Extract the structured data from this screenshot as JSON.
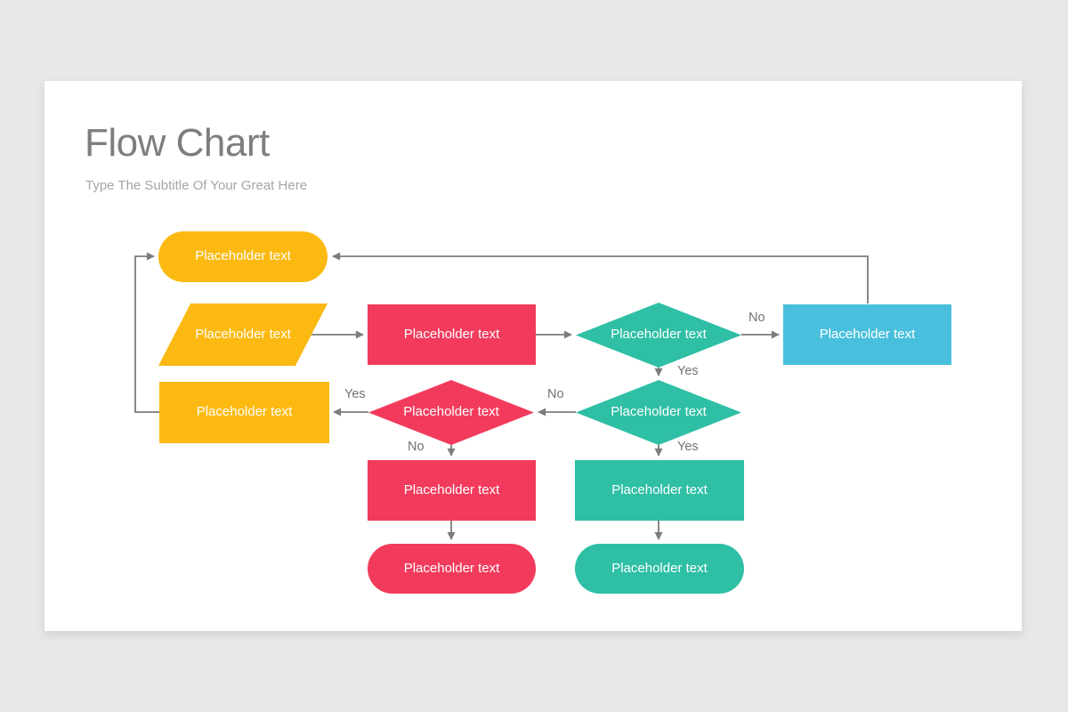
{
  "page": {
    "background_color": "#E8E7E7",
    "card_background_color": "#FFFFFF"
  },
  "header": {
    "title": "Flow Chart",
    "subtitle": "Type The Subtitle Of Your Great Here"
  },
  "colors": {
    "yellow": "#FBB911",
    "pink": "#F23B5C",
    "teal": "#2EBFA5",
    "cyan": "#48C0DD",
    "connector_gray": "#7C7C7C",
    "title_gray": "#7E7E7E",
    "subtitle_gray": "#A6A6A6",
    "edge_label_gray": "#737373"
  },
  "flowchart": {
    "nodes": [
      {
        "id": "terminator-start",
        "shape": "stadium",
        "color": "#FBB911",
        "label": "Placeholder text"
      },
      {
        "id": "input-data",
        "shape": "parallelogram",
        "color": "#FBB911",
        "label": "Placeholder text"
      },
      {
        "id": "process-pink-1",
        "shape": "rect",
        "color": "#F23B5C",
        "label": "Placeholder text"
      },
      {
        "id": "decision-teal-1",
        "shape": "diamond",
        "color": "#2EBFA5",
        "label": "Placeholder text"
      },
      {
        "id": "process-cyan",
        "shape": "rect",
        "color": "#48C0DD",
        "label": "Placeholder text"
      },
      {
        "id": "process-yellow",
        "shape": "rect",
        "color": "#FBB911",
        "label": "Placeholder text"
      },
      {
        "id": "decision-pink",
        "shape": "diamond",
        "color": "#F23B5C",
        "label": "Placeholder text"
      },
      {
        "id": "decision-teal-2",
        "shape": "diamond",
        "color": "#2EBFA5",
        "label": "Placeholder text"
      },
      {
        "id": "process-pink-2",
        "shape": "rect",
        "color": "#F23B5C",
        "label": "Placeholder text"
      },
      {
        "id": "process-teal",
        "shape": "rect",
        "color": "#2EBFA5",
        "label": "Placeholder text"
      },
      {
        "id": "terminator-pink",
        "shape": "stadium",
        "color": "#F23B5C",
        "label": "Placeholder text"
      },
      {
        "id": "terminator-teal",
        "shape": "stadium",
        "color": "#2EBFA5",
        "label": "Placeholder text"
      }
    ],
    "edge_labels": [
      {
        "id": "decision-teal-1-no",
        "text": "No"
      },
      {
        "id": "decision-teal-1-yes",
        "text": "Yes"
      },
      {
        "id": "decision-pink-yes",
        "text": "Yes"
      },
      {
        "id": "decision-teal-2-no",
        "text": "No"
      },
      {
        "id": "decision-pink-no",
        "text": "No"
      },
      {
        "id": "decision-teal-2-yes",
        "text": "Yes"
      }
    ],
    "edges": [
      {
        "from": "process-cyan",
        "to": "terminator-start",
        "label": ""
      },
      {
        "from": "process-yellow",
        "to": "terminator-start",
        "label": ""
      },
      {
        "from": "input-data",
        "to": "process-pink-1",
        "label": ""
      },
      {
        "from": "process-pink-1",
        "to": "decision-teal-1",
        "label": ""
      },
      {
        "from": "decision-teal-1",
        "to": "process-cyan",
        "label": "No"
      },
      {
        "from": "decision-teal-1",
        "to": "decision-teal-2",
        "label": "Yes"
      },
      {
        "from": "decision-pink",
        "to": "process-yellow",
        "label": "Yes"
      },
      {
        "from": "decision-teal-2",
        "to": "decision-pink",
        "label": "No"
      },
      {
        "from": "decision-pink",
        "to": "process-pink-2",
        "label": "No"
      },
      {
        "from": "decision-teal-2",
        "to": "process-teal",
        "label": "Yes"
      },
      {
        "from": "process-pink-2",
        "to": "terminator-pink",
        "label": ""
      },
      {
        "from": "process-teal",
        "to": "terminator-teal",
        "label": ""
      }
    ]
  }
}
